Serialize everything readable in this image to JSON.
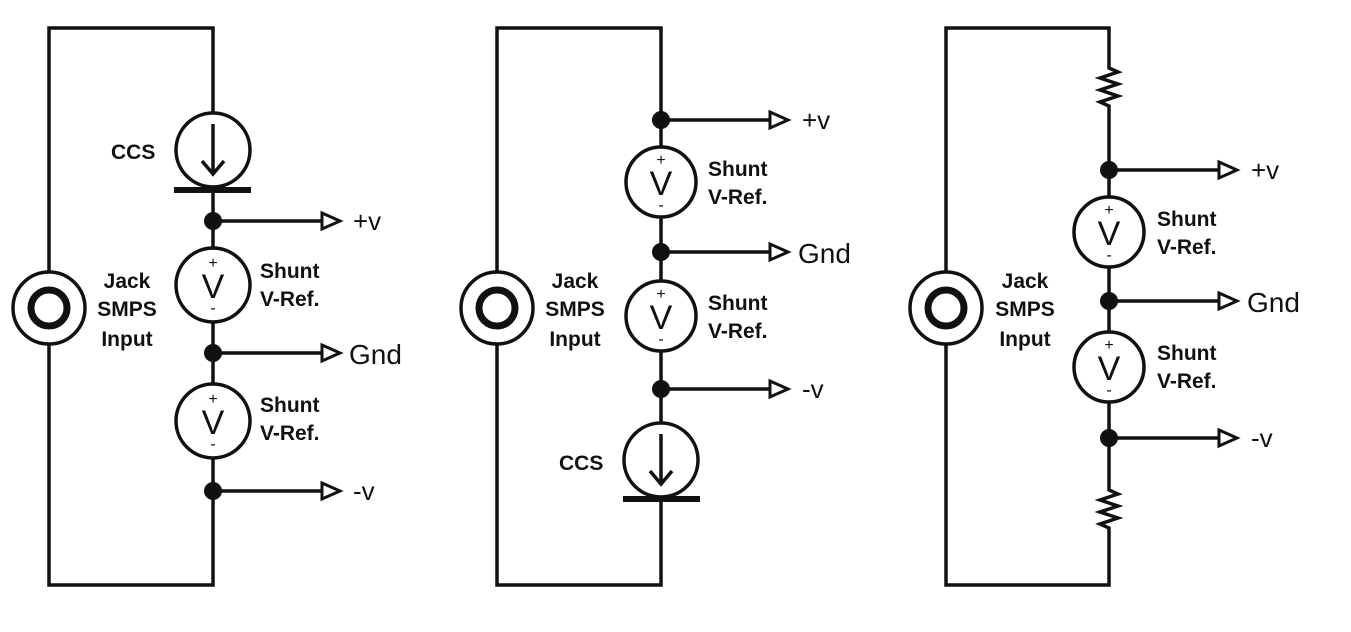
{
  "labels": {
    "ccs": "CCS",
    "jack_line1": "Jack",
    "jack_line2": "SMPS",
    "jack_line3": "Input",
    "shunt_line1": "Shunt",
    "shunt_line2": "V-Ref.",
    "v_symbol": "V",
    "plus_sign": "+",
    "minus_sign": "-",
    "pos_rail": "+v",
    "gnd_rail": "Gnd",
    "neg_rail": "-v"
  }
}
